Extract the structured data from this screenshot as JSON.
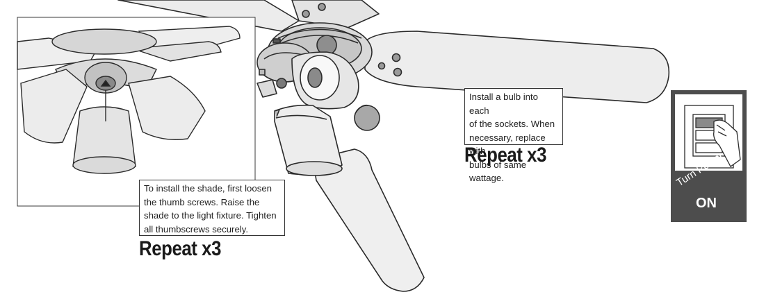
{
  "callouts": {
    "shade_text": "To install the shade, first loosen the thumb screws. Raise the shade to the light fixture. Tighten all thumbscrews securely.",
    "shade_lines": [
      "To install the shade, first loosen",
      "the thumb screws. Raise the",
      "shade to the light fixture. Tighten",
      "all thumbscrews securely."
    ],
    "bulb_lines": [
      "Install a bulb into each",
      "of the sockets. When",
      "necessary, replace with",
      "bulbs of same wattage."
    ]
  },
  "repeat_left": "Repeat x3",
  "repeat_right": "Repeat x3",
  "power": {
    "line1": "Turn Power",
    "line2": "ON"
  },
  "colors": {
    "line": "#2b2b2b",
    "panel": "#4d4d4d",
    "fill_light": "#f2f2f2",
    "fill_mid": "#c8c8c8",
    "fill_dark": "#6e6e6e"
  },
  "icons": [
    "light-switch-icon",
    "hand-icon",
    "fan-blade",
    "light-shade",
    "bulb-socket"
  ]
}
